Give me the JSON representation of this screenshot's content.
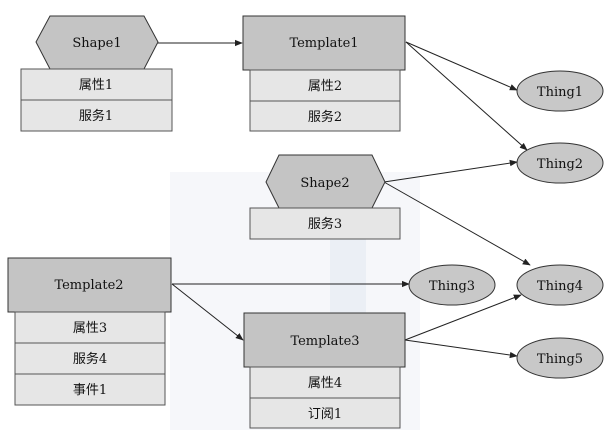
{
  "shapes": {
    "shape1": {
      "label": "Shape1",
      "rows": [
        "属性1",
        "服务1"
      ]
    },
    "shape2": {
      "label": "Shape2",
      "rows": [
        "服务3"
      ]
    }
  },
  "templates": {
    "template1": {
      "label": "Template1",
      "rows": [
        "属性2",
        "服务2"
      ]
    },
    "template2": {
      "label": "Template2",
      "rows": [
        "属性3",
        "服务4",
        "事件1"
      ]
    },
    "template3": {
      "label": "Template3",
      "rows": [
        "属性4",
        "订阅1"
      ]
    }
  },
  "things": {
    "thing1": "Thing1",
    "thing2": "Thing2",
    "thing3": "Thing3",
    "thing4": "Thing4",
    "thing5": "Thing5"
  },
  "colors": {
    "node_fill": "#c4c4c4",
    "row_fill": "#e6e6e6",
    "thing_fill": "#c8c8c8",
    "line": "#222222"
  }
}
